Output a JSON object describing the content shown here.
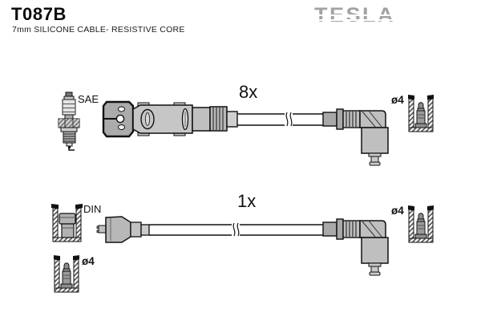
{
  "header": {
    "part_number": "T087B",
    "subtitle": "7mm SILICONE CABLE- RESISTIVE CORE",
    "brand": "TESLA"
  },
  "labels": {
    "qty_row1": "8x",
    "qty_row2": "1x",
    "sae": "SAE",
    "din": "DIN",
    "dia_row1": "ø4",
    "dia_left": "ø4",
    "dia_row2": "ø4"
  },
  "colors": {
    "outline": "#111111",
    "part_gray": "#c6c6c6",
    "block_gray": "#ababab",
    "boot_gray": "#bfbfbf",
    "sleeve_gray": "#a9a9a9",
    "terminal_gray": "#9b9b9b",
    "logo_gray": "#a2a2a2",
    "background": "#ffffff"
  }
}
